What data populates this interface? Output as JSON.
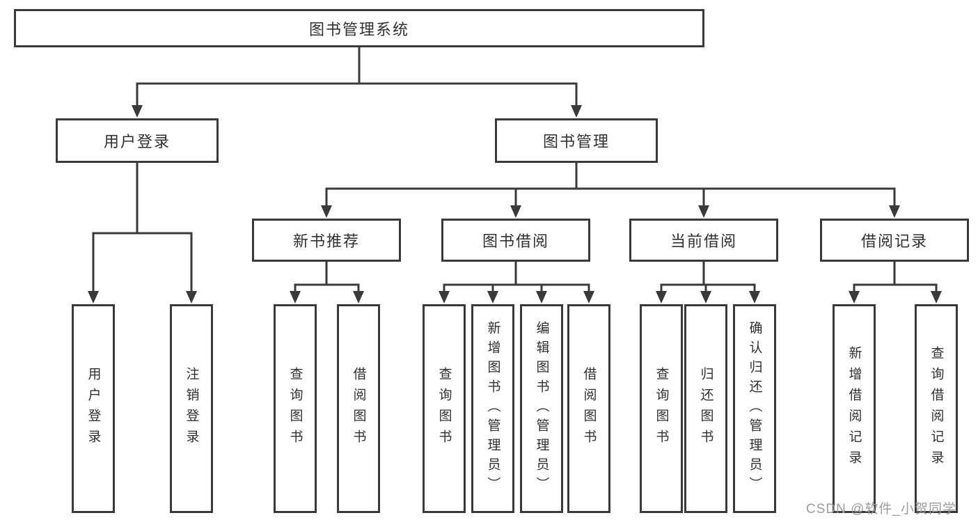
{
  "diagram": {
    "root": {
      "label": "图书管理系统"
    },
    "level2": [
      {
        "label": "用户登录",
        "children": [
          {
            "label": "用户登录"
          },
          {
            "label": "注销登录"
          }
        ]
      },
      {
        "label": "图书管理",
        "children": [
          {
            "label": "新书推荐",
            "children": [
              {
                "label": "查询图书"
              },
              {
                "label": "借阅图书"
              }
            ]
          },
          {
            "label": "图书借阅",
            "children": [
              {
                "label": "查询图书"
              },
              {
                "label": "新增图书（管理员）"
              },
              {
                "label": "编辑图书（管理员）"
              },
              {
                "label": "借阅图书"
              }
            ]
          },
          {
            "label": "当前借阅",
            "children": [
              {
                "label": "查询图书"
              },
              {
                "label": "归还图书"
              },
              {
                "label": "确认归还（管理员）"
              }
            ]
          },
          {
            "label": "借阅记录",
            "children": [
              {
                "label": "新增借阅记录"
              },
              {
                "label": "查询借阅记录"
              }
            ]
          }
        ]
      }
    ]
  },
  "watermark": {
    "text": "CSDN @软件_小贺同学"
  },
  "colors": {
    "line": "#3a3a3a",
    "box_border": "#3a3a3a",
    "text": "#303030",
    "background": "#ffffff",
    "watermark": "#9b9b9b"
  }
}
